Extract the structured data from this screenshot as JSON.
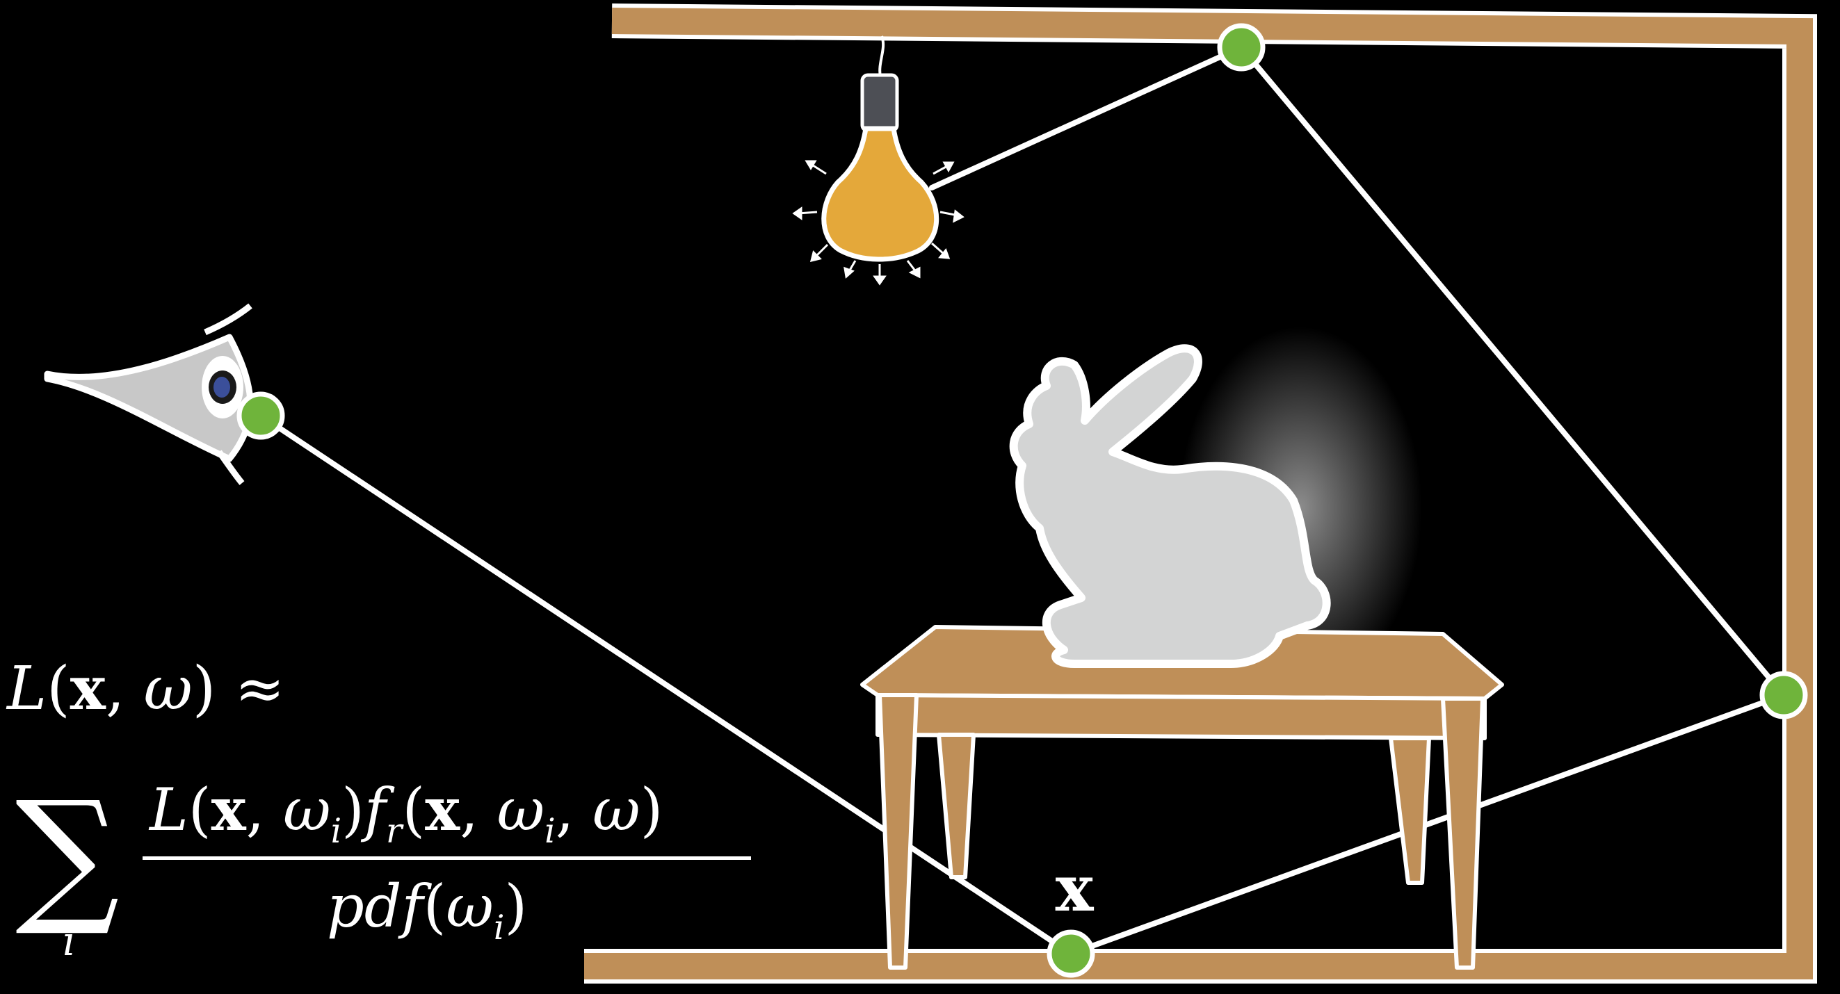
{
  "point_label": "x",
  "equation": {
    "line1": "L(x, ω) ≈",
    "numerator": "L(x, ωi) fr(x, ωi, ω)",
    "denominator": "pdf(ωi)",
    "sum_symbol": "∑",
    "sum_index": "i"
  },
  "colors": {
    "background": "#000000",
    "wall": "#bf8f58",
    "table": "#bf8f58",
    "path": "#ffffff",
    "vertex": "#6fb43b",
    "bulb": "#e4a83a",
    "bunny": "#d3d4d4",
    "eye_fill": "#c8c8c8",
    "pupil": "#3b4f9a"
  },
  "icons": [
    "eye-icon",
    "light-bulb-icon",
    "bunny-icon",
    "table-icon"
  ]
}
